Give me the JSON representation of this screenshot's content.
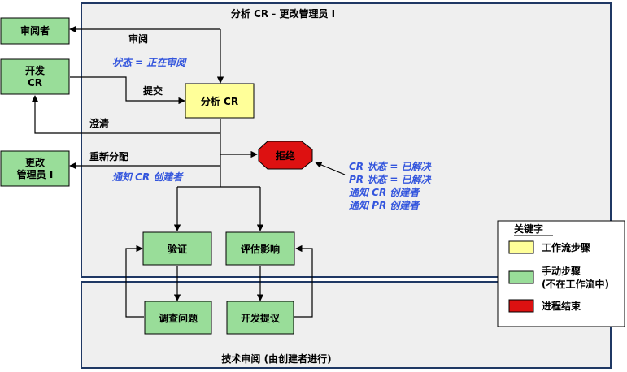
{
  "lanes": {
    "top_title": "分析 CR - 更改管理员 I",
    "bottom_title": "技术审阅 (由创建者进行)"
  },
  "actors": {
    "reviewer": "审阅者",
    "dev_cr_1": "开发",
    "dev_cr_2": "CR",
    "cm_1": "更改",
    "cm_2": "管理员 I"
  },
  "steps": {
    "analyze": "分析 CR",
    "reject": "拒绝",
    "verify": "验证",
    "assess": "评估影响",
    "investigate": "调查问题",
    "propose": "开发提议"
  },
  "edges": {
    "review": "审阅",
    "submit": "提交",
    "clarify": "澄清",
    "reassign": "重新分配"
  },
  "notes": {
    "state_reviewing": "状态 = 正在审阅",
    "notify_cr_creator": "通知 CR 创建者",
    "reject_lines": [
      "CR 状态 = 已解决",
      "PR 状态 = 已解决",
      "通知 CR 创建者",
      "通知 PR 创建者"
    ]
  },
  "legend": {
    "title": "关键字",
    "items": [
      {
        "lines": [
          "工作流步骤"
        ],
        "color": "#ffff99"
      },
      {
        "lines": [
          "手动步骤",
          "(不在工作流中)"
        ],
        "color": "#99dd99"
      },
      {
        "lines": [
          "进程结束"
        ],
        "color": "#dd1111"
      }
    ]
  },
  "colors": {
    "workflow_step": "#ffff99",
    "manual_step": "#99dd99",
    "end_process": "#dd1111",
    "lane_fill": "#efefef",
    "lane_stroke": "#1f3864",
    "note_text": "#3355dd"
  }
}
